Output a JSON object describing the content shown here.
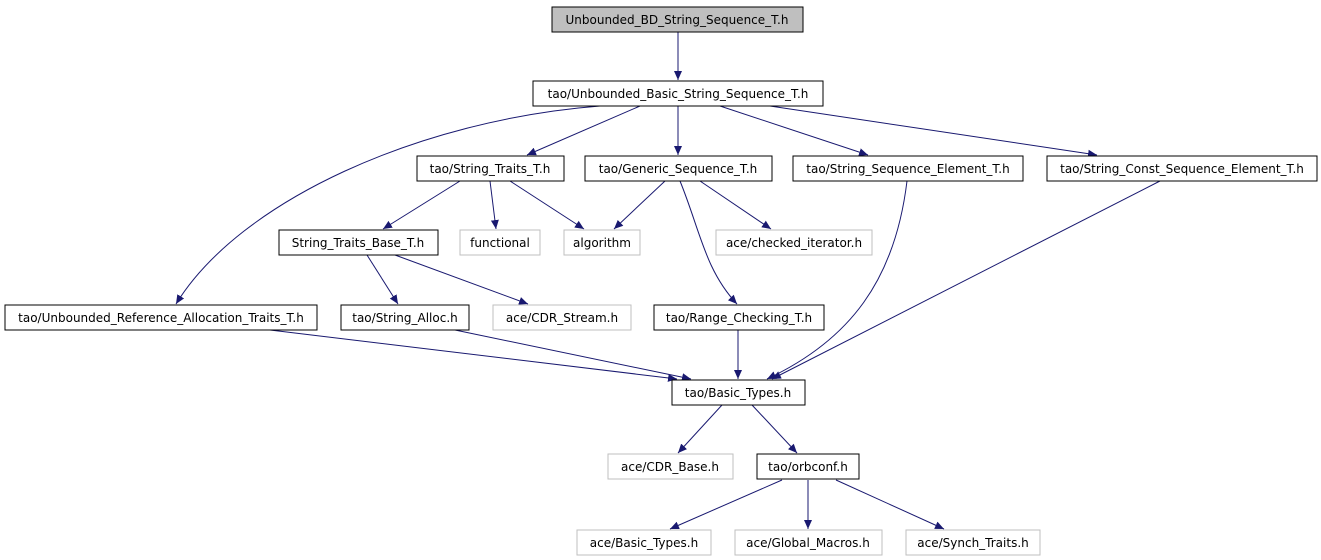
{
  "colors": {
    "root_fill": "#bfbfbf",
    "edge": "#191970",
    "node_border": "#000000",
    "external_border": "#bfbfbf",
    "text": "#000000"
  },
  "nodes": {
    "root": "Unbounded_BD_String_Sequence_T.h",
    "unbounded_basic": "tao/Unbounded_Basic_String_Sequence_T.h",
    "string_traits": "tao/String_Traits_T.h",
    "generic_sequence": "tao/Generic_Sequence_T.h",
    "string_sequence_element": "tao/String_Sequence_Element_T.h",
    "string_const_sequence_element": "tao/String_Const_Sequence_Element_T.h",
    "string_traits_base": "String_Traits_Base_T.h",
    "functional": "functional",
    "algorithm": "algorithm",
    "checked_iterator": "ace/checked_iterator.h",
    "unbounded_ref_alloc": "tao/Unbounded_Reference_Allocation_Traits_T.h",
    "string_alloc": "tao/String_Alloc.h",
    "cdr_stream": "ace/CDR_Stream.h",
    "range_checking": "tao/Range_Checking_T.h",
    "basic_types": "tao/Basic_Types.h",
    "cdr_base": "ace/CDR_Base.h",
    "orbconf": "tao/orbconf.h",
    "ace_basic_types": "ace/Basic_Types.h",
    "global_macros": "ace/Global_Macros.h",
    "synch_traits": "ace/Synch_Traits.h"
  }
}
